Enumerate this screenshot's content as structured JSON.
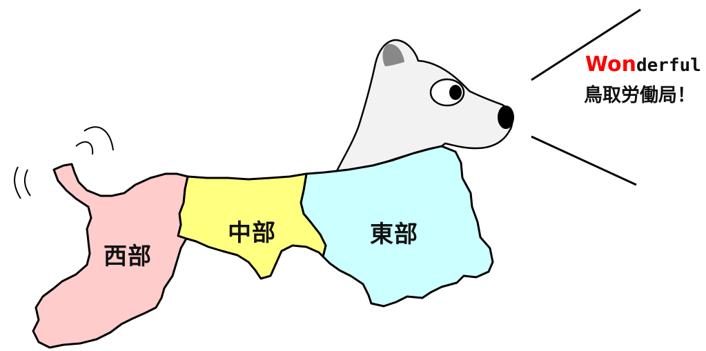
{
  "map": {
    "regions": [
      {
        "id": "west",
        "label": "西部",
        "fill": "#ffcccc"
      },
      {
        "id": "central",
        "label": "中部",
        "fill": "#ffff80"
      },
      {
        "id": "east",
        "label": "東部",
        "fill": "#ccffff"
      }
    ]
  },
  "mascot": {
    "outline_color": "#000000",
    "head_fill": "#f2f2f2",
    "ear_fill": "#888888"
  },
  "slogan": {
    "line1_accent": "Won",
    "line1_rest": "derful",
    "line2": "鳥取労働局！",
    "accent_color": "#ff0000"
  }
}
